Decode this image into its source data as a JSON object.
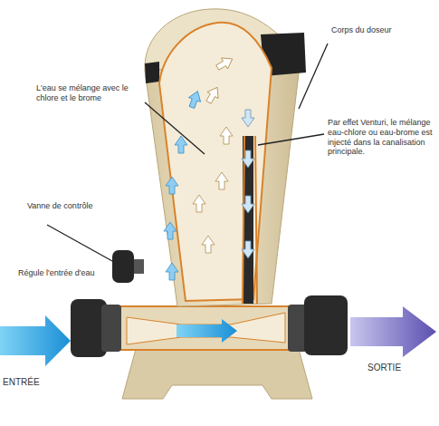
{
  "diagram": {
    "labels": [
      "L'eau se mélange avec le chlore et le brome",
      "Corps du doseur",
      "Par effet Venturi, le mélange eau-chlore ou eau-brome est injecté dans la canalisation principale.",
      "Vanne de contrôle",
      "Régule l'entrée d'eau",
      "ENTRÉE",
      "SORTIE"
    ]
  }
}
